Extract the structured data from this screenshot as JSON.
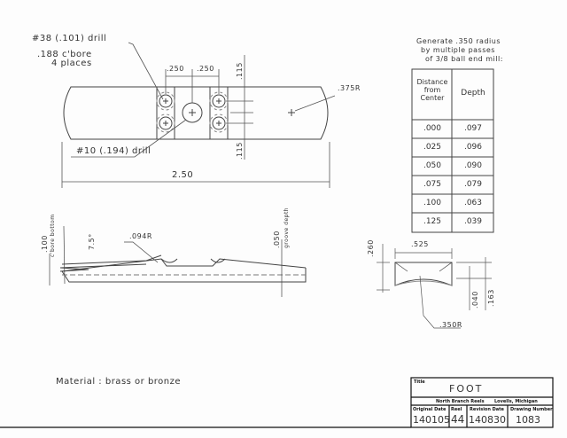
{
  "top_view": {
    "note_drill_38": "#38 (.101) drill",
    "note_cbore": ".188 c'bore",
    "note_places": "4 places",
    "note_drill_10": "#10 (.194) drill",
    "dim_spacing_left": ".250",
    "dim_spacing_right": ".250",
    "dim_offset_top": ".115",
    "dim_offset_bottom": ".115",
    "dim_end_radius": ".375R",
    "dim_length": "2.50"
  },
  "side_view": {
    "dim_cbore_bottom": ".100",
    "note_cbore_bottom": "c'bore bottom",
    "dim_angle": "7.5°",
    "dim_fillet_radius": ".094R",
    "dim_groove_depth": ".050",
    "note_groove_depth": "groove depth"
  },
  "end_view": {
    "dim_width": ".525",
    "dim_height": ".260",
    "dim_thin": ".040",
    "dim_depth": ".163",
    "dim_radius": ".350R"
  },
  "radius_table": {
    "note_line1": "Generate .350 radius",
    "note_line2": "by multiple passes",
    "note_line3": "of 3/8 ball end mill:",
    "headers": [
      "Distance from Center",
      "Depth"
    ],
    "rows": [
      [
        ".000",
        ".097"
      ],
      [
        ".025",
        ".096"
      ],
      [
        ".050",
        ".090"
      ],
      [
        ".075",
        ".079"
      ],
      [
        ".100",
        ".063"
      ],
      [
        ".125",
        ".039"
      ]
    ]
  },
  "material_note": "Material : brass or bronze",
  "title_block": {
    "title_label": "Title",
    "title": "FOOT",
    "company": "North Branch Reels",
    "location": "Lovells, Michigan",
    "original_date_label": "Original Date",
    "original_date": "140105",
    "reel_label": "Reel",
    "reel": "44",
    "revision_date_label": "Revision Date",
    "revision_date": "140830",
    "drawing_number_label": "Drawing Number",
    "drawing_number": "1083"
  }
}
